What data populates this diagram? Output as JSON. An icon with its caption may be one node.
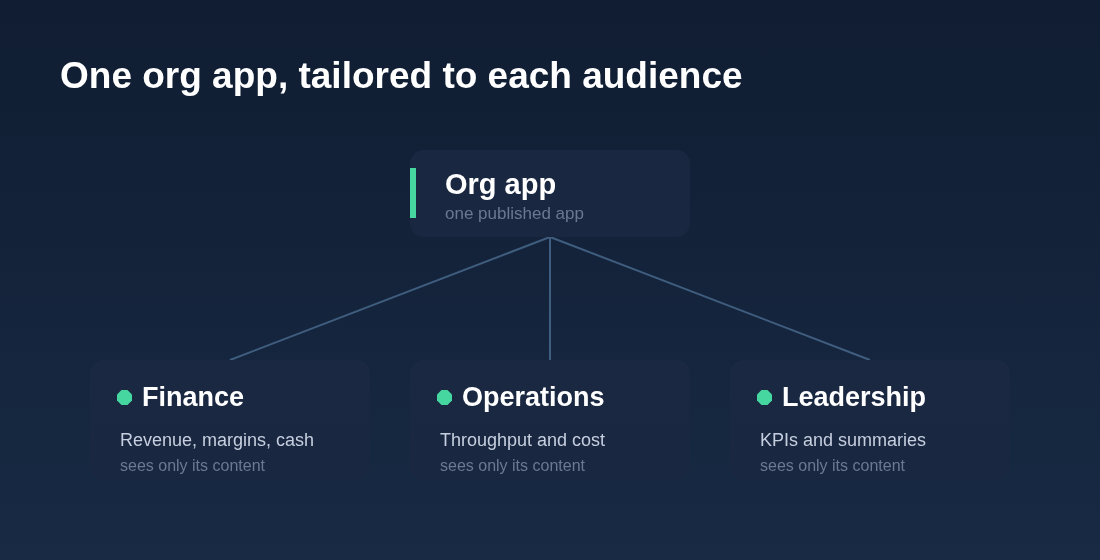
{
  "diagram": {
    "title": "One org app, tailored to each audience",
    "nodes": [
      {
        "text": [
          "Org app",
          "one published app"
        ]
      },
      {
        "text": [
          "Finance",
          "Revenue, margins, cash",
          "sees only its content"
        ]
      },
      {
        "text": [
          "Operations",
          "Throughput and cost",
          "sees only its content"
        ]
      },
      {
        "text": [
          "Leadership",
          "KPIs and summaries",
          "sees only its content"
        ]
      }
    ],
    "edges": [
      {
        "from": 0,
        "to": 1,
        "arrow": "none"
      },
      {
        "from": 0,
        "to": 2,
        "arrow": "none"
      },
      {
        "from": 0,
        "to": 3,
        "arrow": "none"
      }
    ]
  }
}
